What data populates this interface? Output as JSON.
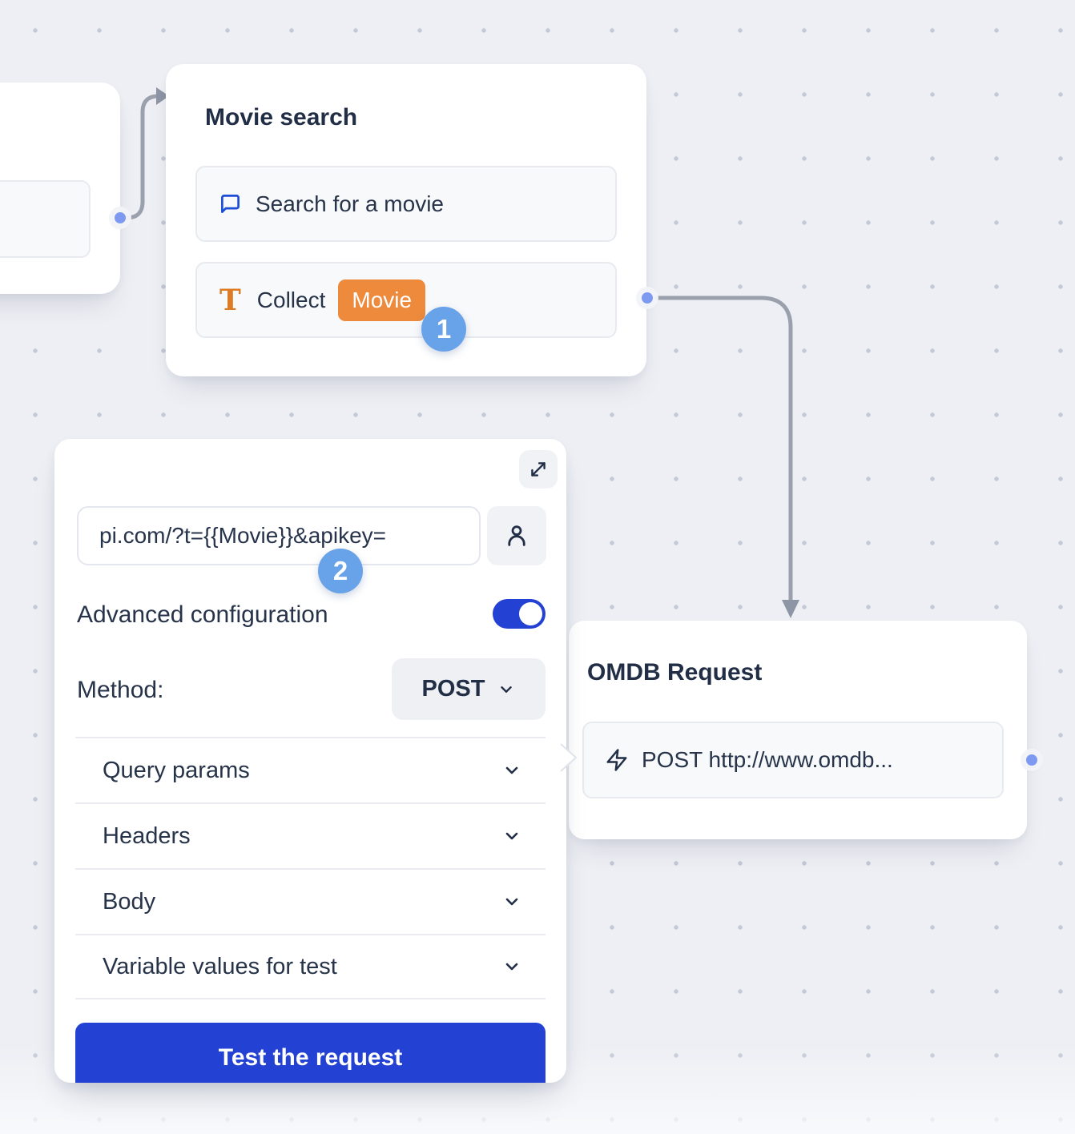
{
  "colors": {
    "primary_blue": "#2342d4",
    "chip_orange": "#ed8a3c",
    "badge_blue": "#68a2e8",
    "port_blue": "#7e9af0",
    "wire_gray": "#9aa1ad",
    "title_navy": "#212e46",
    "label_navy": "#263349",
    "canvas_bg": "#edeff4",
    "icon_blue": "#1d4ed8",
    "icon_orange": "#dd7c26"
  },
  "nodes": {
    "movie_search": {
      "title": "Movie search",
      "step1_icon": "chat-bubble-icon",
      "step1_label": "Search for a movie",
      "step2_icon": "text-T-icon",
      "step2_glyph": "T",
      "step2_label": "Collect",
      "step2_chip": "Movie",
      "badge": "1"
    },
    "omdb_request": {
      "title": "OMDB Request",
      "step_icon": "lightning-icon",
      "step_label": "POST http://www.omdb..."
    }
  },
  "panel": {
    "expand_icon": "expand-icon",
    "url_value": "pi.com/?t={{Movie}}&apikey=",
    "url_button_icon": "person-icon",
    "badge": "2",
    "advanced_label": "Advanced configuration",
    "advanced_toggle_on": true,
    "method_label": "Method:",
    "method_value": "POST",
    "sections": [
      "Query params",
      "Headers",
      "Body",
      "Variable values for test"
    ],
    "test_button_label": "Test the request"
  }
}
